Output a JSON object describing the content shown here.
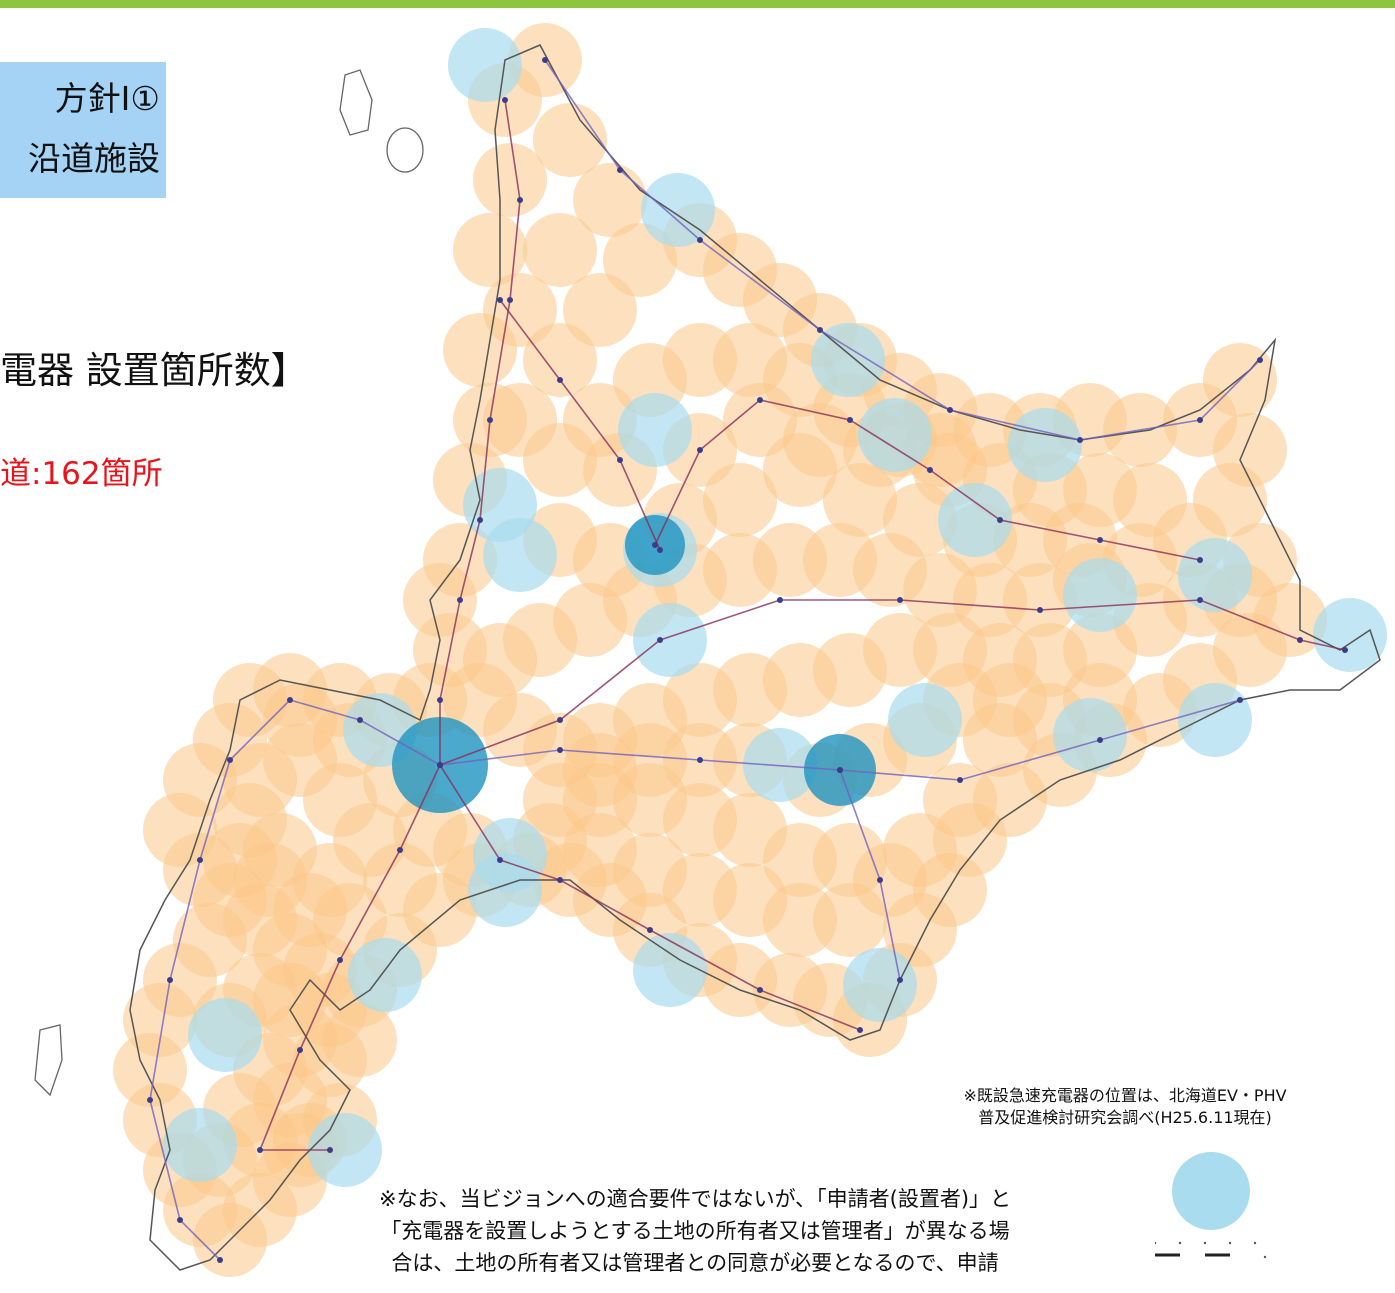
{
  "header": {
    "policy_line1": "方針Ⅰ①",
    "policy_line2": "沿道施設"
  },
  "summary": {
    "heading": "電器 設置箇所数】",
    "count_text": "道:162箇所"
  },
  "map": {
    "region": "Hokkaido",
    "coverage_colors": {
      "planned_area": "#fbc98a",
      "existing_charger_area": "#a8dcee",
      "dense_existing_area": "#1e93c1",
      "road_line": "#8a2d5a",
      "route_line": "#7060c0",
      "coastline": "#555555"
    }
  },
  "notes": {
    "source_line1": "※既設急速充電器の位置は、北海道EV・PHV",
    "source_line2": "普及促進検討研究会調べ(H25.6.11現在)",
    "disclaimer_line1": "※なお、当ビジョンへの適合要件ではないが、「申請者(設置者)」と",
    "disclaimer_line2": "「充電器を設置しようとする土地の所有者又は管理者」が異なる場",
    "disclaimer_line3": "合は、土地の所有者又は管理者との同意が必要となるので、申請"
  },
  "legend": {
    "icon": "existing-charger-circle"
  }
}
